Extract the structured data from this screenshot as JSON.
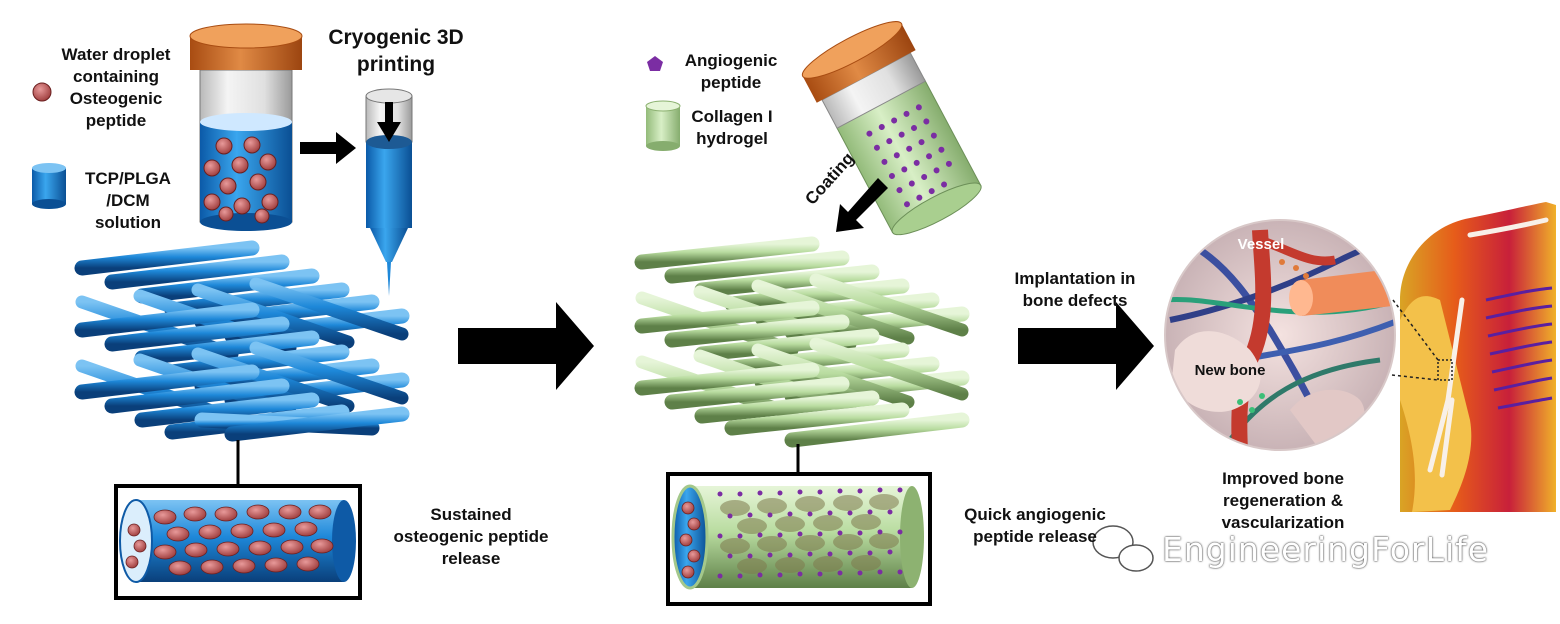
{
  "labels": {
    "water_droplet": "Water droplet containing Osteogenic peptide",
    "tcp": "TCP/PLGA /DCM solution",
    "cryo": "Cryogenic 3D printing",
    "angio": "Angiogenic peptide",
    "collagen": "Collagen I hydrogel",
    "coating": "Coating",
    "implant": "Implantation in bone defects",
    "sustained": "Sustained osteogenic peptide release",
    "quick": "Quick angiogenic peptide release",
    "vessel": "Vessel",
    "newbone": "New bone",
    "improved": "Improved bone regeneration & vascularization"
  },
  "watermark": "EngineeringForLife",
  "colors": {
    "blue": "#1e88d9",
    "green": "#b9dca0",
    "orange": "#d2691e",
    "purple": "#7b2da3"
  }
}
